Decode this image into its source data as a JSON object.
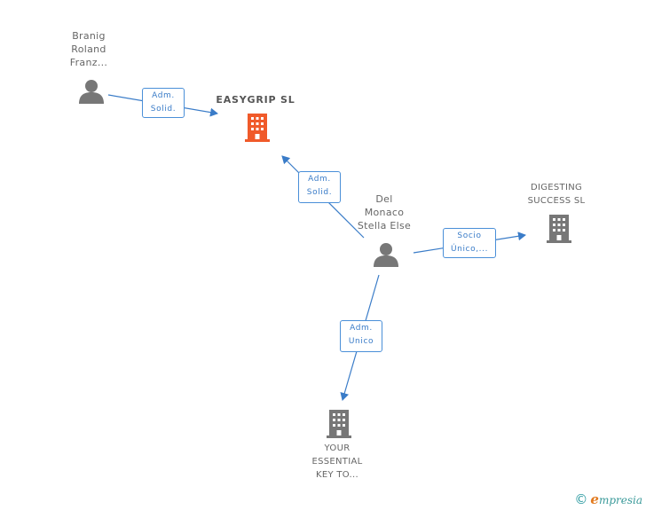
{
  "nodes": {
    "person_branig": {
      "label": "Branig\nRoland\nFranz..."
    },
    "company_easygrip": {
      "label": "EASYGRIP  SL",
      "color": "#f05a2a"
    },
    "person_del_monaco": {
      "label": "Del\nMonaco\nStella Else"
    },
    "company_digesting": {
      "label": "DIGESTING\nSUCCESS  SL",
      "color": "#777777"
    },
    "company_your_essential": {
      "label": "YOUR\nESSENTIAL\nKEY TO...",
      "color": "#777777"
    }
  },
  "edges": {
    "branig_to_easygrip": {
      "label": "Adm.\nSolid."
    },
    "delmonaco_to_easygrip": {
      "label": "Adm.\nSolid."
    },
    "delmonaco_to_digesting": {
      "label": "Socio\nÚnico,..."
    },
    "delmonaco_to_youressential": {
      "label": "Adm.\nUnico"
    }
  },
  "footer": {
    "copyright_symbol": "©",
    "brand_initial": "e",
    "brand_rest": "mpresia"
  },
  "colors": {
    "edge": "#3a7cc8",
    "person": "#777777",
    "highlight": "#f05a2a"
  }
}
